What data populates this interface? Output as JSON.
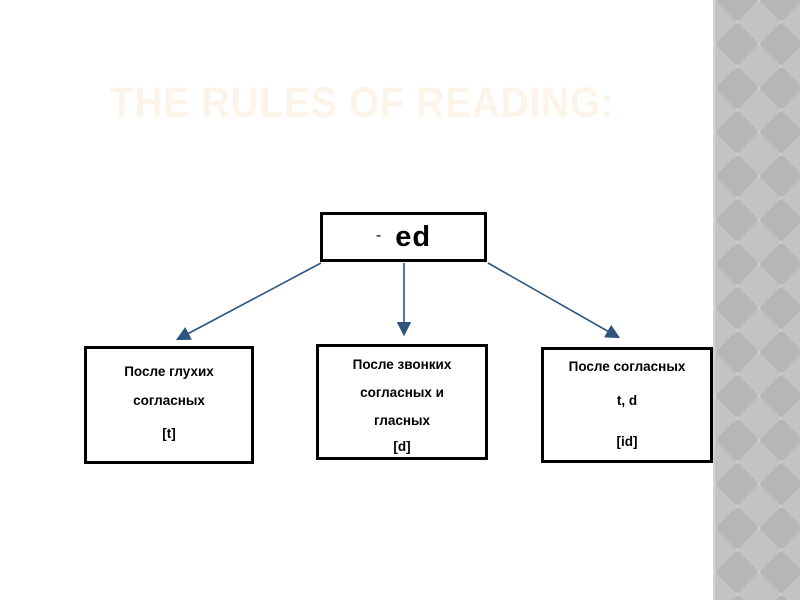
{
  "slide": {
    "title": "THE RULES OF READING:"
  },
  "diagram": {
    "root_box": {
      "prefix": "-",
      "label": "ed"
    },
    "boxes": [
      {
        "lines": [
          "После глухих",
          "согласных"
        ],
        "transcription": "[t]"
      },
      {
        "lines": [
          "После звонких",
          "согласных и",
          "гласных"
        ],
        "transcription": "[d]"
      },
      {
        "lines": [
          "После согласных",
          "t, d"
        ],
        "transcription": "[id]"
      }
    ]
  },
  "colors": {
    "background": "#ffffff",
    "title_text": "#fcf4e8",
    "arrow": "#2e5580",
    "box_border": "#000000",
    "box_text": "#000000",
    "panel_diamond_light": "#c3c3c3",
    "panel_diamond_dark": "#b6b6b6"
  }
}
